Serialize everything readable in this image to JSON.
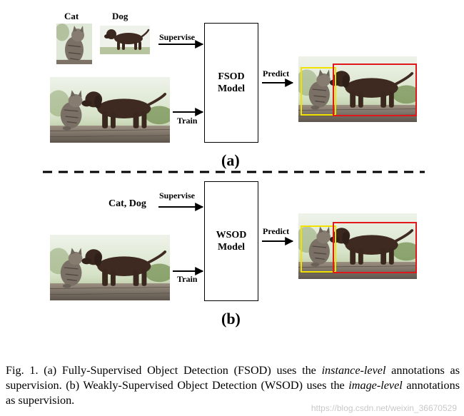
{
  "panel_a": {
    "label_cat": "Cat",
    "label_dog": "Dog",
    "supervise": "Supervise",
    "train": "Train",
    "model_line1": "FSOD",
    "model_line2": "Model",
    "predict": "Predict",
    "sublabel": "(a)"
  },
  "panel_b": {
    "label_catdog": "Cat, Dog",
    "supervise": "Supervise",
    "train": "Train",
    "model_line1": "WSOD",
    "model_line2": "Model",
    "predict": "Predict",
    "sublabel": "(b)"
  },
  "caption": {
    "p1": "Fig. 1.  (a) Fully-Supervised Object Detection (FSOD) uses the ",
    "em1": "instance-level",
    "p2": " annotations as supervision. (b) Weakly-Supervised Object Detection (WSOD) uses the ",
    "em2": "image-level",
    "p3": " annotations as supervision."
  },
  "watermark": "https://blog.csdn.net/weixin_36670529",
  "colors": {
    "yellow_box": "#f2e200",
    "red_box": "#e0181b"
  }
}
